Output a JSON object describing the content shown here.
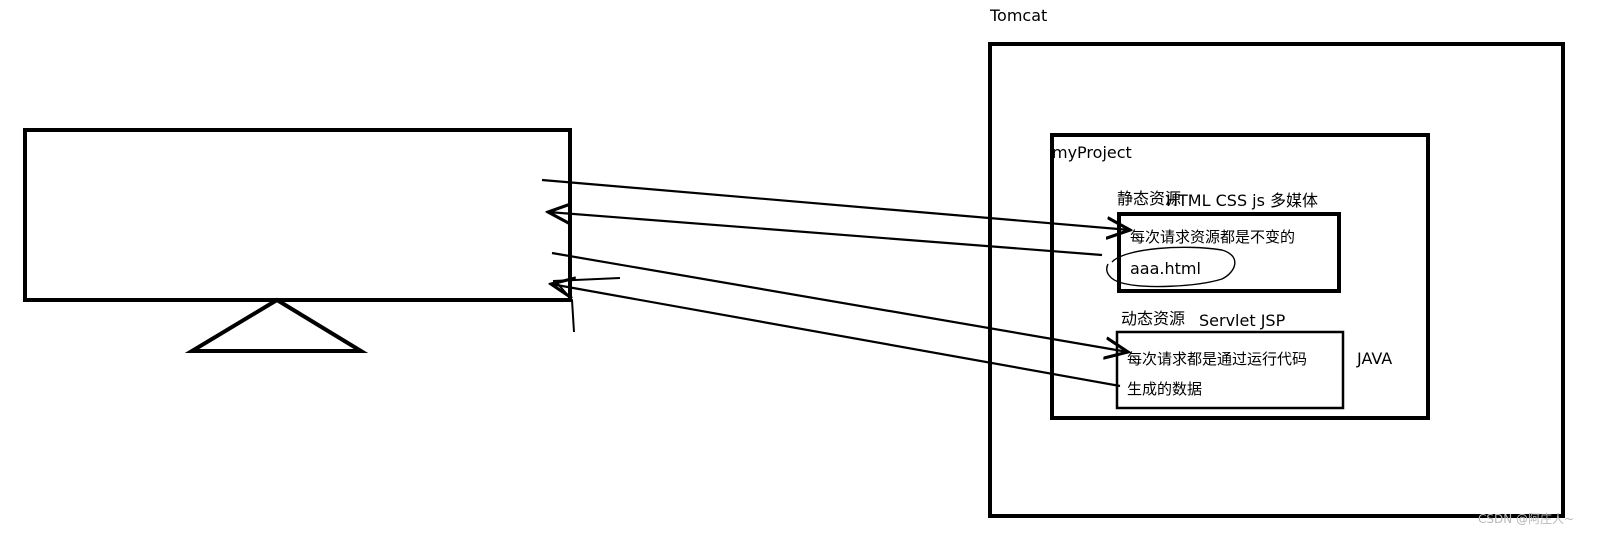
{
  "labels": {
    "server": "Tomcat",
    "project": "myProject",
    "static_title": "静态资源",
    "static_types": "HTML CSS js 多媒体",
    "static_desc": "每次请求资源都是不变的",
    "static_example": "aaa.html",
    "dynamic_title": "动态资源",
    "dynamic_types": "Servlet JSP",
    "dynamic_desc_line1": "每次请求都是通过运行代码",
    "dynamic_desc_line2": "生成的数据",
    "dynamic_lang": "JAVA"
  },
  "watermark": "CSDN @阿庄人~",
  "colors": {
    "ink": "#000000",
    "watermark": "#b8b8b8"
  }
}
